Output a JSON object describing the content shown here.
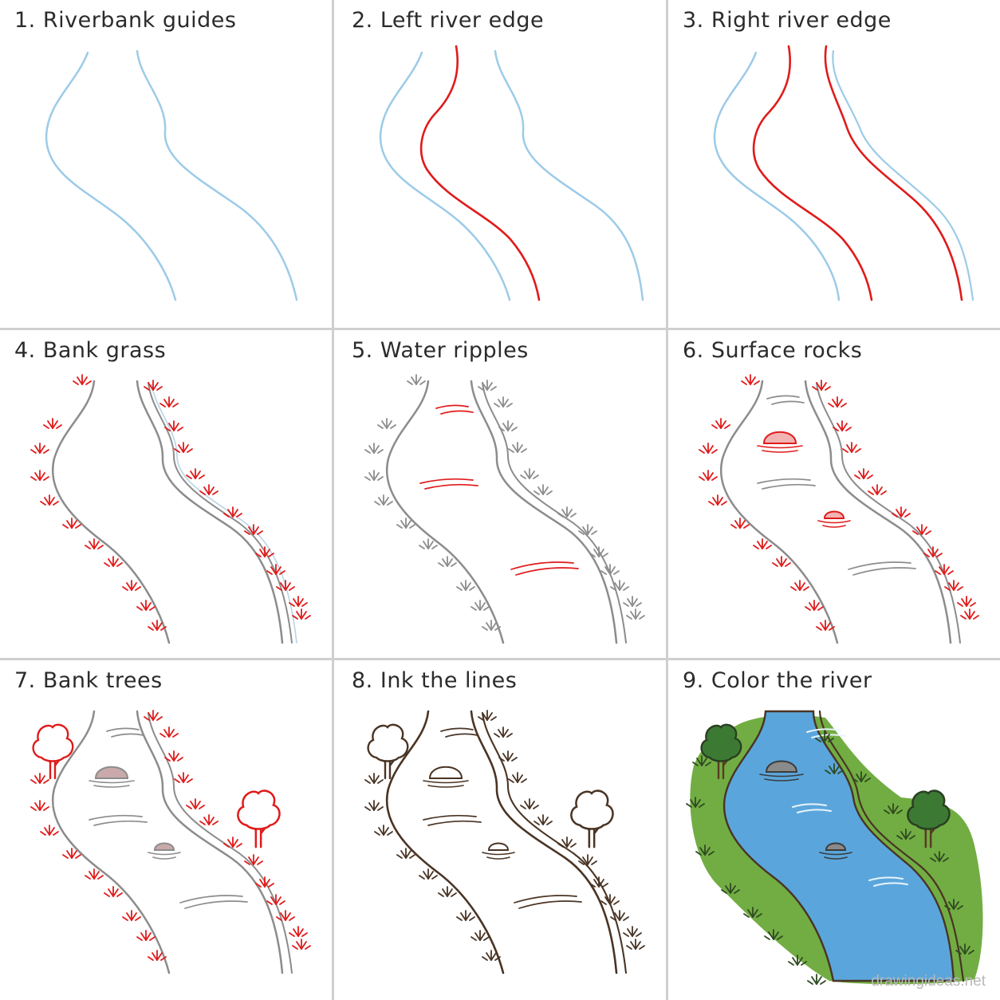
{
  "steps": [
    {
      "number": "1.",
      "title": "Riverbank guides"
    },
    {
      "number": "2.",
      "title": "Left river edge"
    },
    {
      "number": "3.",
      "title": "Right river edge"
    },
    {
      "number": "4.",
      "title": "Bank grass"
    },
    {
      "number": "5.",
      "title": "Water ripples"
    },
    {
      "number": "6.",
      "title": "Surface rocks"
    },
    {
      "number": "7.",
      "title": "Bank trees"
    },
    {
      "number": "8.",
      "title": "Ink the lines"
    },
    {
      "number": "9.",
      "title": "Color the river"
    }
  ],
  "credit": "drawingideas.net",
  "colors": {
    "guide": "#9ccbe8",
    "highlight": "#e01b1b",
    "pencil": "#8c8c8c",
    "ink": "#4a3424",
    "water": "#5aa6dc",
    "grass": "#72ad43",
    "tree": "#3c7a34",
    "rock": "#8a8a8a",
    "divider": "#cfcfcf"
  }
}
